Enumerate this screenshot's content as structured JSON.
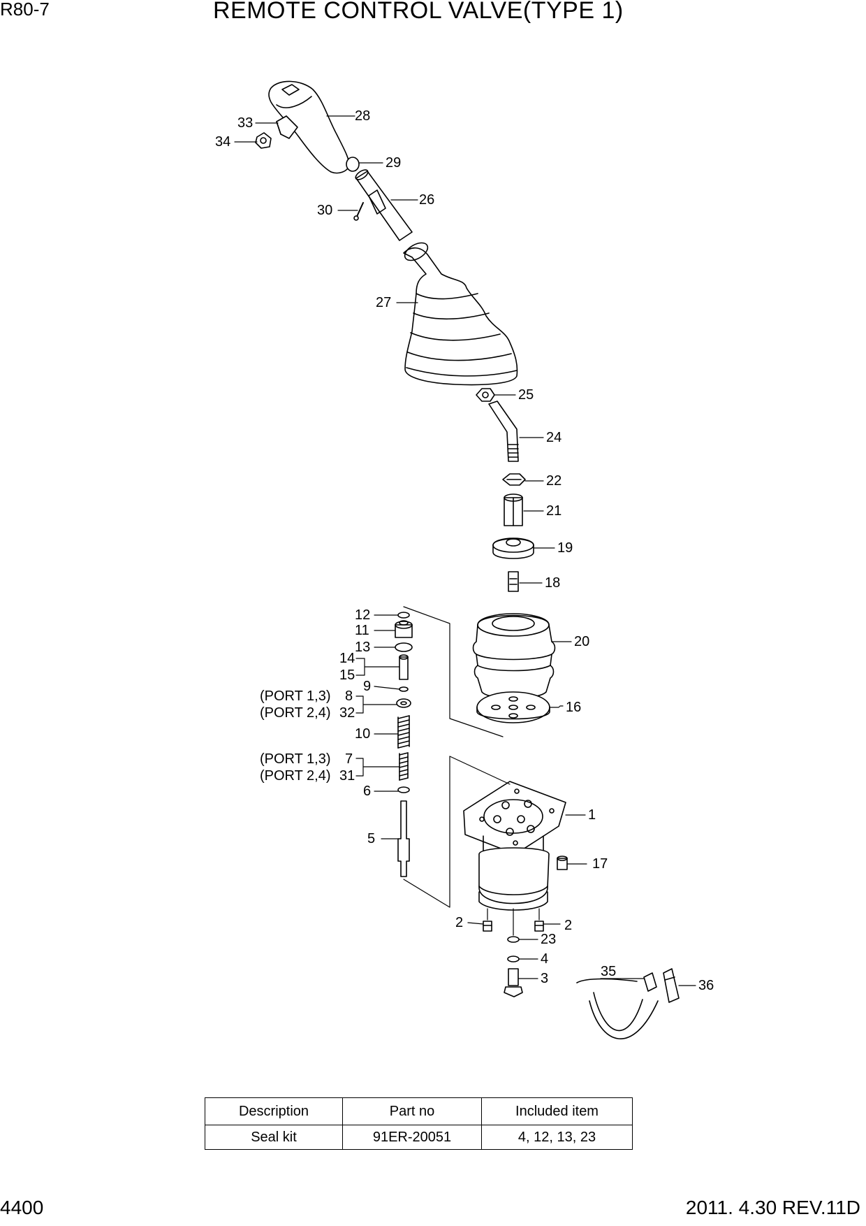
{
  "header": {
    "model": "R80-7",
    "title": "REMOTE CONTROL VALVE(TYPE 1)"
  },
  "footer": {
    "page_number": "4400",
    "revision": "2011. 4.30  REV.11D"
  },
  "callouts": {
    "p1": "1",
    "p2a": "2",
    "p2b": "2",
    "p3": "3",
    "p4": "4",
    "p5": "5",
    "p6": "6",
    "p7": "7",
    "p8": "8",
    "p9": "9",
    "p10": "10",
    "p11": "11",
    "p12": "12",
    "p13": "13",
    "p14": "14",
    "p15": "15",
    "p16": "16",
    "p17": "17",
    "p18": "18",
    "p19": "19",
    "p20": "20",
    "p21": "21",
    "p22": "22",
    "p23": "23",
    "p24": "24",
    "p25": "25",
    "p26": "26",
    "p27": "27",
    "p28": "28",
    "p29": "29",
    "p30": "30",
    "p31": "31",
    "p32": "32",
    "p33": "33",
    "p34": "34",
    "p35": "35",
    "p36": "36"
  },
  "port_notes": {
    "port13_a": "(PORT 1,3)",
    "port24_a": "(PORT 2,4)",
    "port13_b": "(PORT 1,3)",
    "port24_b": "(PORT 2,4)"
  },
  "kit_table": {
    "headers": {
      "description": "Description",
      "part_no": "Part no",
      "included": "Included item"
    },
    "rows": [
      {
        "description": "Seal kit",
        "part_no": "91ER-20051",
        "included": "4, 12, 13, 23"
      }
    ]
  }
}
